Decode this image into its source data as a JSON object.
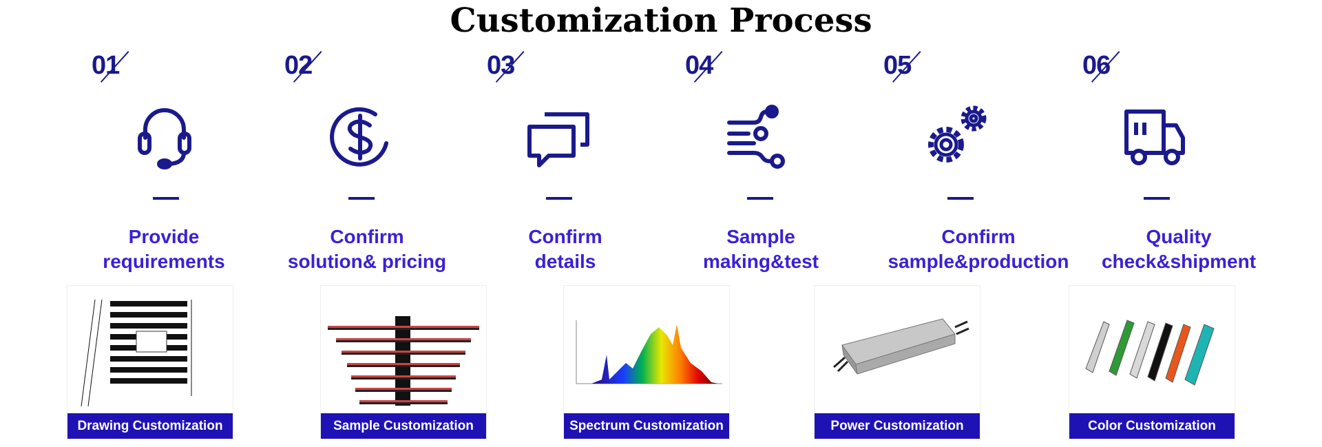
{
  "title": "Customization Process",
  "accent": "#1a1a8c",
  "label_color": "#3a20d8",
  "caption_bg": "#1f12b5",
  "steps": [
    {
      "num": "01",
      "icon": "headset-icon",
      "line1": "Provide",
      "line2": "requirements"
    },
    {
      "num": "02",
      "icon": "dollar-circle-icon",
      "line1": "Confirm",
      "line2": "solution& pricing"
    },
    {
      "num": "03",
      "icon": "chat-bubbles-icon",
      "line1": "Confirm",
      "line2": "details"
    },
    {
      "num": "04",
      "icon": "sliders-icon",
      "line1": "Sample",
      "line2": "making&test"
    },
    {
      "num": "05",
      "icon": "gears-icon",
      "line1": "Confirm",
      "line2": "sample&production"
    },
    {
      "num": "06",
      "icon": "truck-icon",
      "line1": "Quality",
      "line2": "check&shipment"
    }
  ],
  "cards": [
    {
      "caption": "Drawing Customization",
      "image": "grow-light-drawing"
    },
    {
      "caption": "Sample Customization",
      "image": "grow-light-sample"
    },
    {
      "caption": "Spectrum Customization",
      "image": "spectrum-chart"
    },
    {
      "caption": "Power Customization",
      "image": "power-driver"
    },
    {
      "caption": "Color Customization",
      "image": "colored-profiles"
    }
  ]
}
